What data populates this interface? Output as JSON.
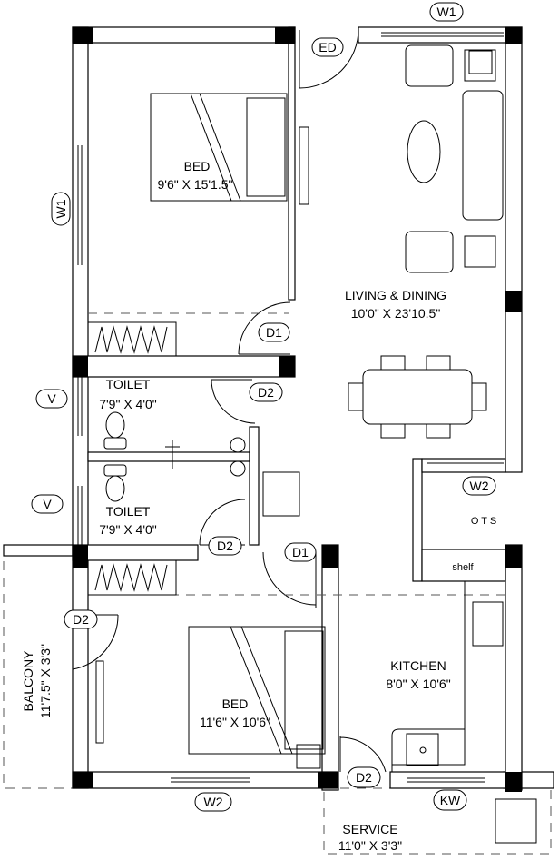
{
  "rooms": {
    "bed1": {
      "name": "BED",
      "size": "9'6\" X 15'1.5\""
    },
    "living": {
      "name": "LIVING & DINING",
      "size": "10'0\" X 23'10.5\""
    },
    "toilet1": {
      "name": "TOILET",
      "size": "7'9\" X 4'0\""
    },
    "toilet2": {
      "name": "TOILET",
      "size": "7'9\" X 4'0\""
    },
    "bed2": {
      "name": "BED",
      "size": "11'6\" X 10'6\""
    },
    "kitchen": {
      "name": "KITCHEN",
      "size": "8'0\" X 10'6\""
    },
    "balcony": {
      "name": "BALCONY",
      "size": "11'7.5\" X 3'3\""
    },
    "service": {
      "name": "SERVICE",
      "size": "11'0\" X 3'3\""
    },
    "ots": {
      "name": "O T S"
    },
    "shelf": {
      "name": "shelf"
    }
  },
  "tags": {
    "w1_top": "W1",
    "w1_left": "W1",
    "ed": "ED",
    "d1_top": "D1",
    "d2_toilet1": "D2",
    "v1": "V",
    "v2": "V",
    "d2_toilet2": "D2",
    "d1_bed2": "D1",
    "d2_balcony": "D2",
    "w2_living": "W2",
    "w2_bottom": "W2",
    "d2_service": "D2",
    "kw": "KW"
  }
}
